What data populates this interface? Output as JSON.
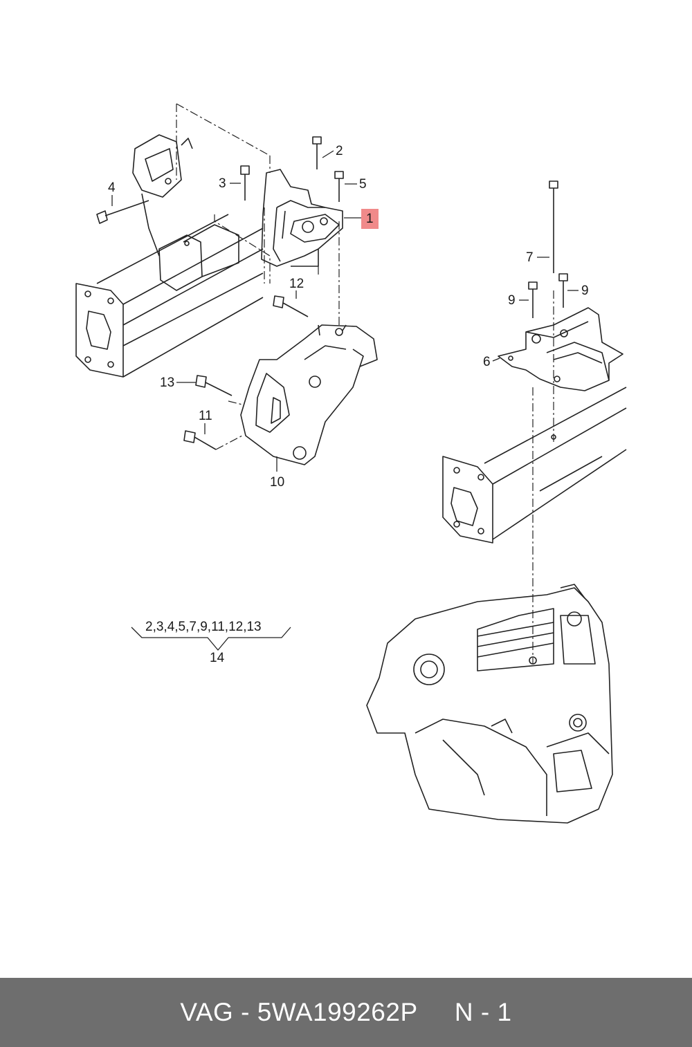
{
  "diagram": {
    "callouts": [
      {
        "id": "1",
        "text": "1",
        "highlight": true
      },
      {
        "id": "2",
        "text": "2"
      },
      {
        "id": "3",
        "text": "3"
      },
      {
        "id": "4",
        "text": "4"
      },
      {
        "id": "5",
        "text": "5"
      },
      {
        "id": "6",
        "text": "6"
      },
      {
        "id": "7",
        "text": "7"
      },
      {
        "id": "9a",
        "text": "9"
      },
      {
        "id": "9b",
        "text": "9"
      },
      {
        "id": "10",
        "text": "10"
      },
      {
        "id": "11",
        "text": "11"
      },
      {
        "id": "12",
        "text": "12"
      },
      {
        "id": "13",
        "text": "13"
      }
    ],
    "kit": {
      "contents": "2,3,4,5,7,9,11,12,13",
      "label": "14"
    },
    "highlight_color": "#f08a8a"
  },
  "footer": {
    "text": "VAG - 5WA199262P     N - 1",
    "background": "#6e6e6e"
  }
}
